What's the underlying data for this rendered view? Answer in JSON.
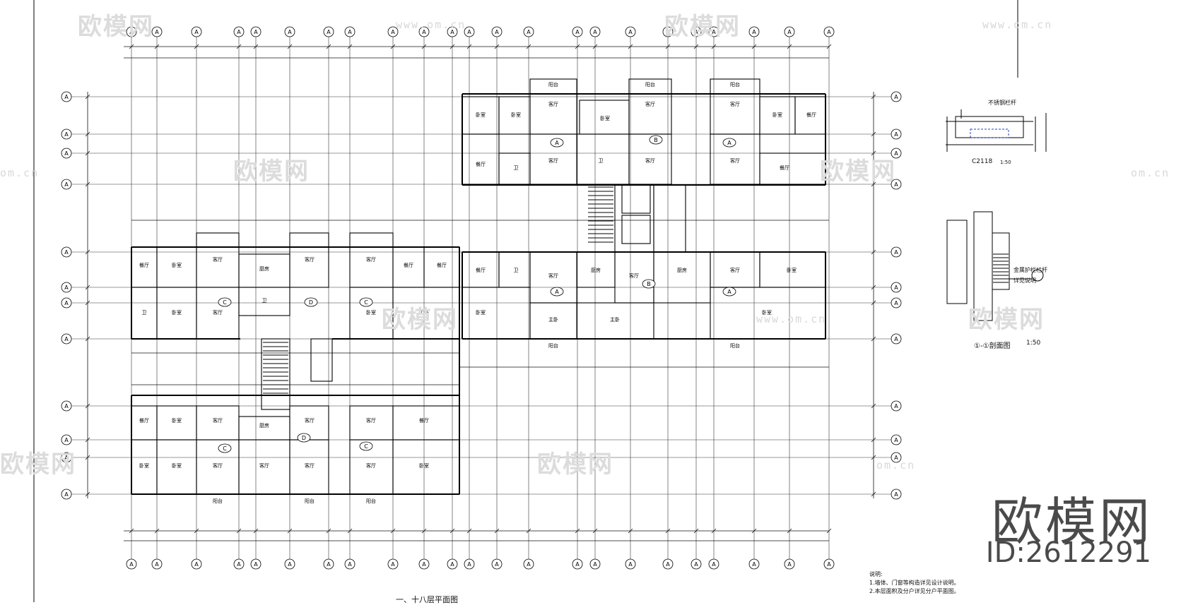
{
  "drawing": {
    "axis_tag": "A",
    "plan_title": "一、十八层平面图",
    "section_title": "①-①剖面图",
    "section_scale": "1:50",
    "window_label": "C2118",
    "window_scale": "1:50",
    "window_note": "不锈钢栏杆",
    "rail_note_1": "金属护栏栏杆",
    "rail_note_2": "详见说明",
    "notes_title": "说明:",
    "note_1": "1.墙体、门窗等构造详见设计说明。",
    "note_2": "2.本层面积及分户详见分户平面图。",
    "room_labels": [
      "卧室",
      "客厅",
      "厨房",
      "卫",
      "餐厅",
      "主卧",
      "阳台"
    ],
    "unit_tags": [
      "A",
      "B",
      "C",
      "D"
    ]
  },
  "watermark": {
    "logo": "欧模网",
    "url": "www.om.cn",
    "url_short": "om.cn"
  },
  "brand": {
    "name": "欧模网",
    "id": "ID:2612291"
  },
  "colors": {
    "line": "#1a1a1a",
    "watermark": "#dcdcdc",
    "brand": "#4a4a4a"
  }
}
